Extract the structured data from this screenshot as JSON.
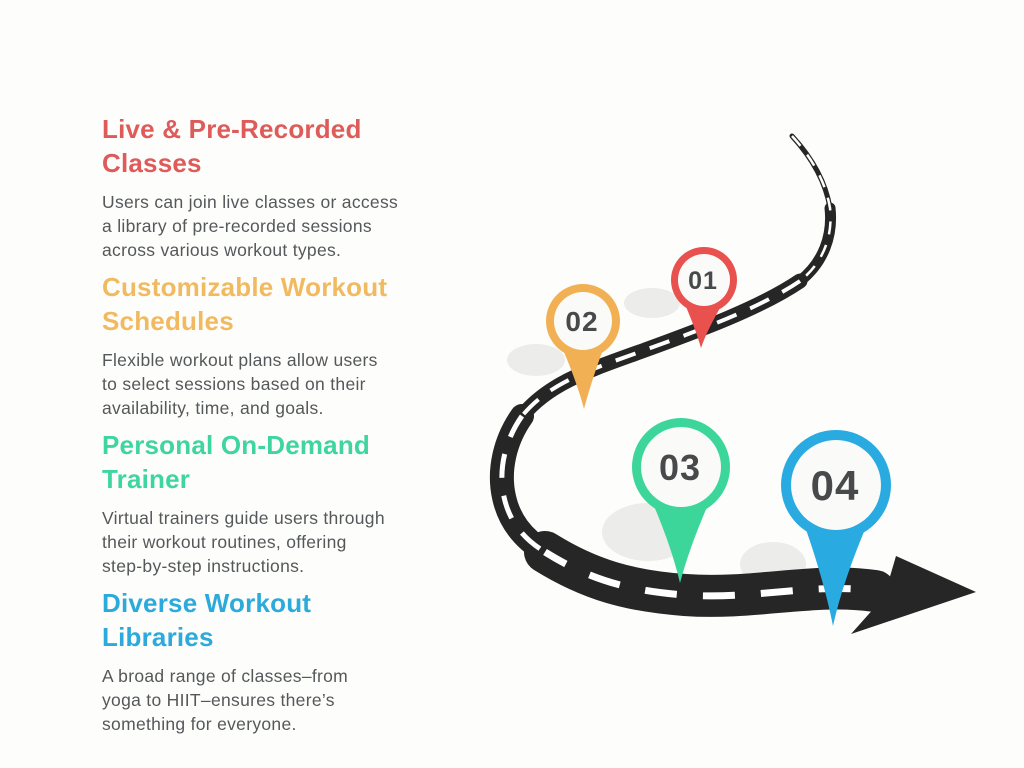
{
  "background_color": "#FDFDFB",
  "road": {
    "asphalt_color": "#262626",
    "dash_color": "#FFFFFF",
    "shadow_color": "#ECECEA"
  },
  "pin_style": {
    "number_color": "#47494B",
    "inner_circle_color": "#FAFAF8"
  },
  "sections": [
    {
      "title": "Live & Pre-Recorded\nClasses",
      "body": "Users can join live classes or access\na library of pre-recorded sessions\nacross various workout types.",
      "color": "#DE5B5A"
    },
    {
      "title": "Customizable Workout\nSchedules",
      "body": "Flexible workout plans allow users\nto select sessions based on their\navailability, time, and goals.",
      "color": "#F2BA60"
    },
    {
      "title": "Personal On-Demand\nTrainer",
      "body": "Virtual trainers guide users through\ntheir workout routines, offering\nstep-by-step instructions.",
      "color": "#3FD5A3"
    },
    {
      "title": "Diverse Workout\nLibraries",
      "body": "A broad range of classes–from\nyoga to HIIT–ensures there’s\nsomething for everyone.",
      "color": "#2BAADB"
    }
  ],
  "pins": [
    {
      "number": "01",
      "color": "#E8514E"
    },
    {
      "number": "02",
      "color": "#F1B054"
    },
    {
      "number": "03",
      "color": "#3CD69B"
    },
    {
      "number": "04",
      "color": "#29ABE2"
    }
  ]
}
